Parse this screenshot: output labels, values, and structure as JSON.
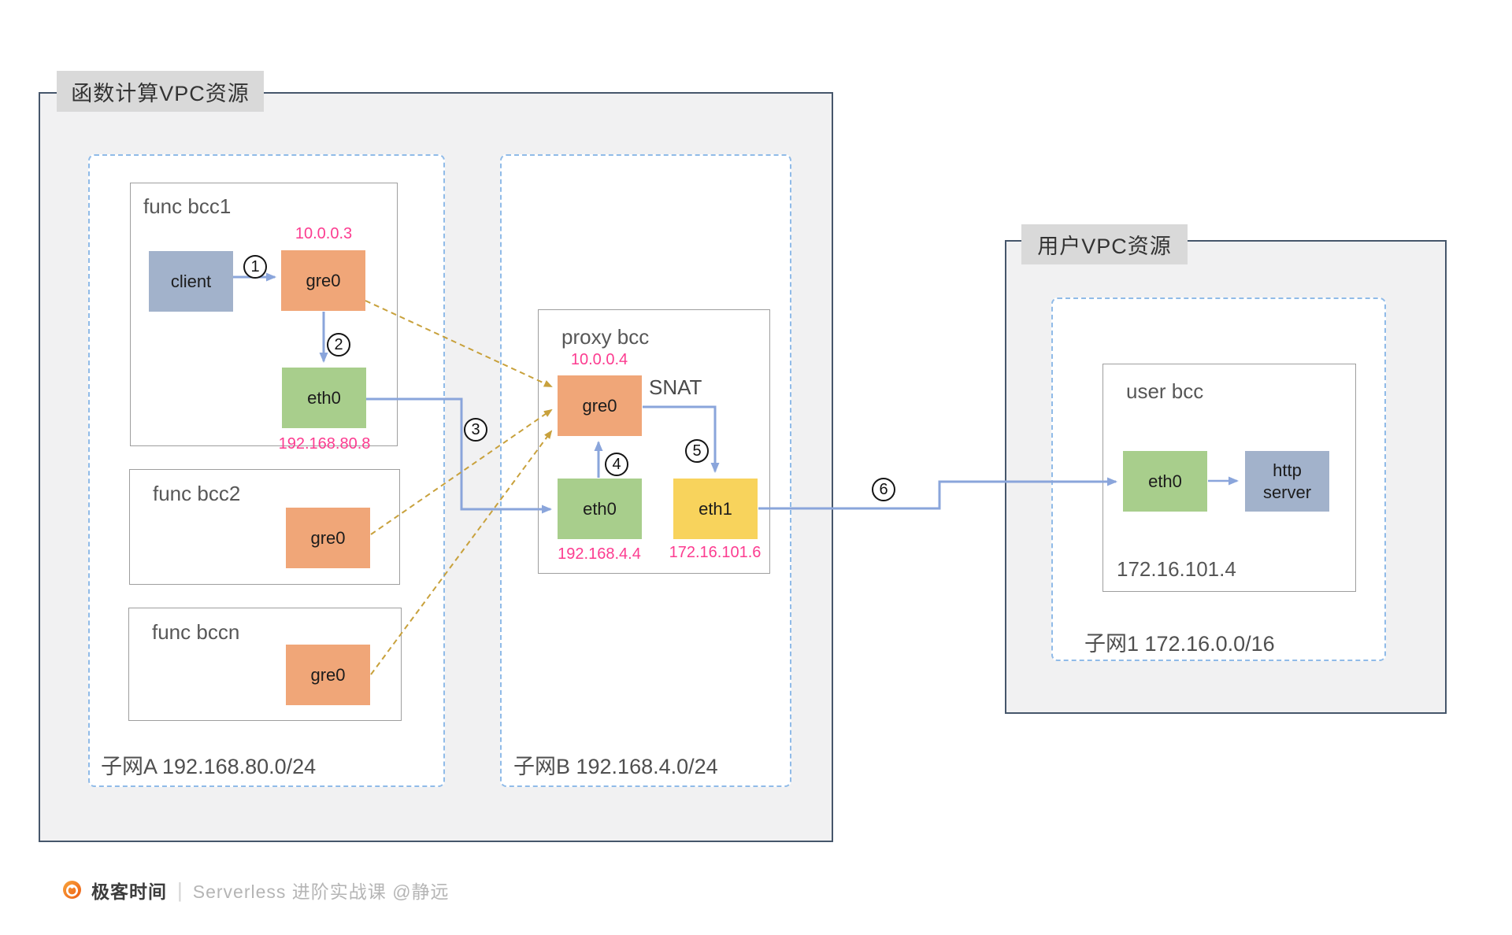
{
  "diagram": {
    "func_vpc": {
      "title": "函数计算VPC资源",
      "subnet_a": {
        "label": "子网A 192.168.80.0/24",
        "func_bcc1": {
          "title": "func bcc1",
          "client_label": "client",
          "gre0_label": "gre0",
          "gre0_ip": "10.0.0.3",
          "eth0_label": "eth0",
          "eth0_ip": "192.168.80.8"
        },
        "func_bcc2": {
          "title": "func bcc2",
          "gre0_label": "gre0"
        },
        "func_bccn": {
          "title": "func bccn",
          "gre0_label": "gre0"
        }
      },
      "subnet_b": {
        "label": "子网B 192.168.4.0/24",
        "proxy_bcc": {
          "title": "proxy bcc",
          "gre0_label": "gre0",
          "gre0_ip": "10.0.0.4",
          "snat_label": "SNAT",
          "eth0_label": "eth0",
          "eth0_ip": "192.168.4.4",
          "eth1_label": "eth1",
          "eth1_ip": "172.16.101.6"
        }
      }
    },
    "user_vpc": {
      "title": "用户VPC资源",
      "subnet_1": {
        "label": "子网1 172.16.0.0/16",
        "user_bcc": {
          "title": "user bcc",
          "eth0_label": "eth0",
          "http_server_label": "http server",
          "host_ip": "172.16.101.4"
        }
      }
    },
    "steps": [
      "1",
      "2",
      "3",
      "4",
      "5",
      "6"
    ]
  },
  "footer": {
    "brand": "极客时间",
    "divider": "|",
    "course": "Serverless 进阶实战课 @静远"
  },
  "colors": {
    "gre_tunnel_node": "#F0A678",
    "eth_node": "#A8CE8C",
    "eth1_node": "#F8D35C",
    "host_node": "#A2B2CB",
    "ip_text": "#FC3C90",
    "flow_arrow": "#8AA5DB",
    "tunnel_dashed_arrow": "#C8A13C",
    "subnet_border": "#90BBE8",
    "vpc_border": "#46566B",
    "vpc_fill": "#F1F1F2",
    "label_fill": "#D9D9D9"
  }
}
